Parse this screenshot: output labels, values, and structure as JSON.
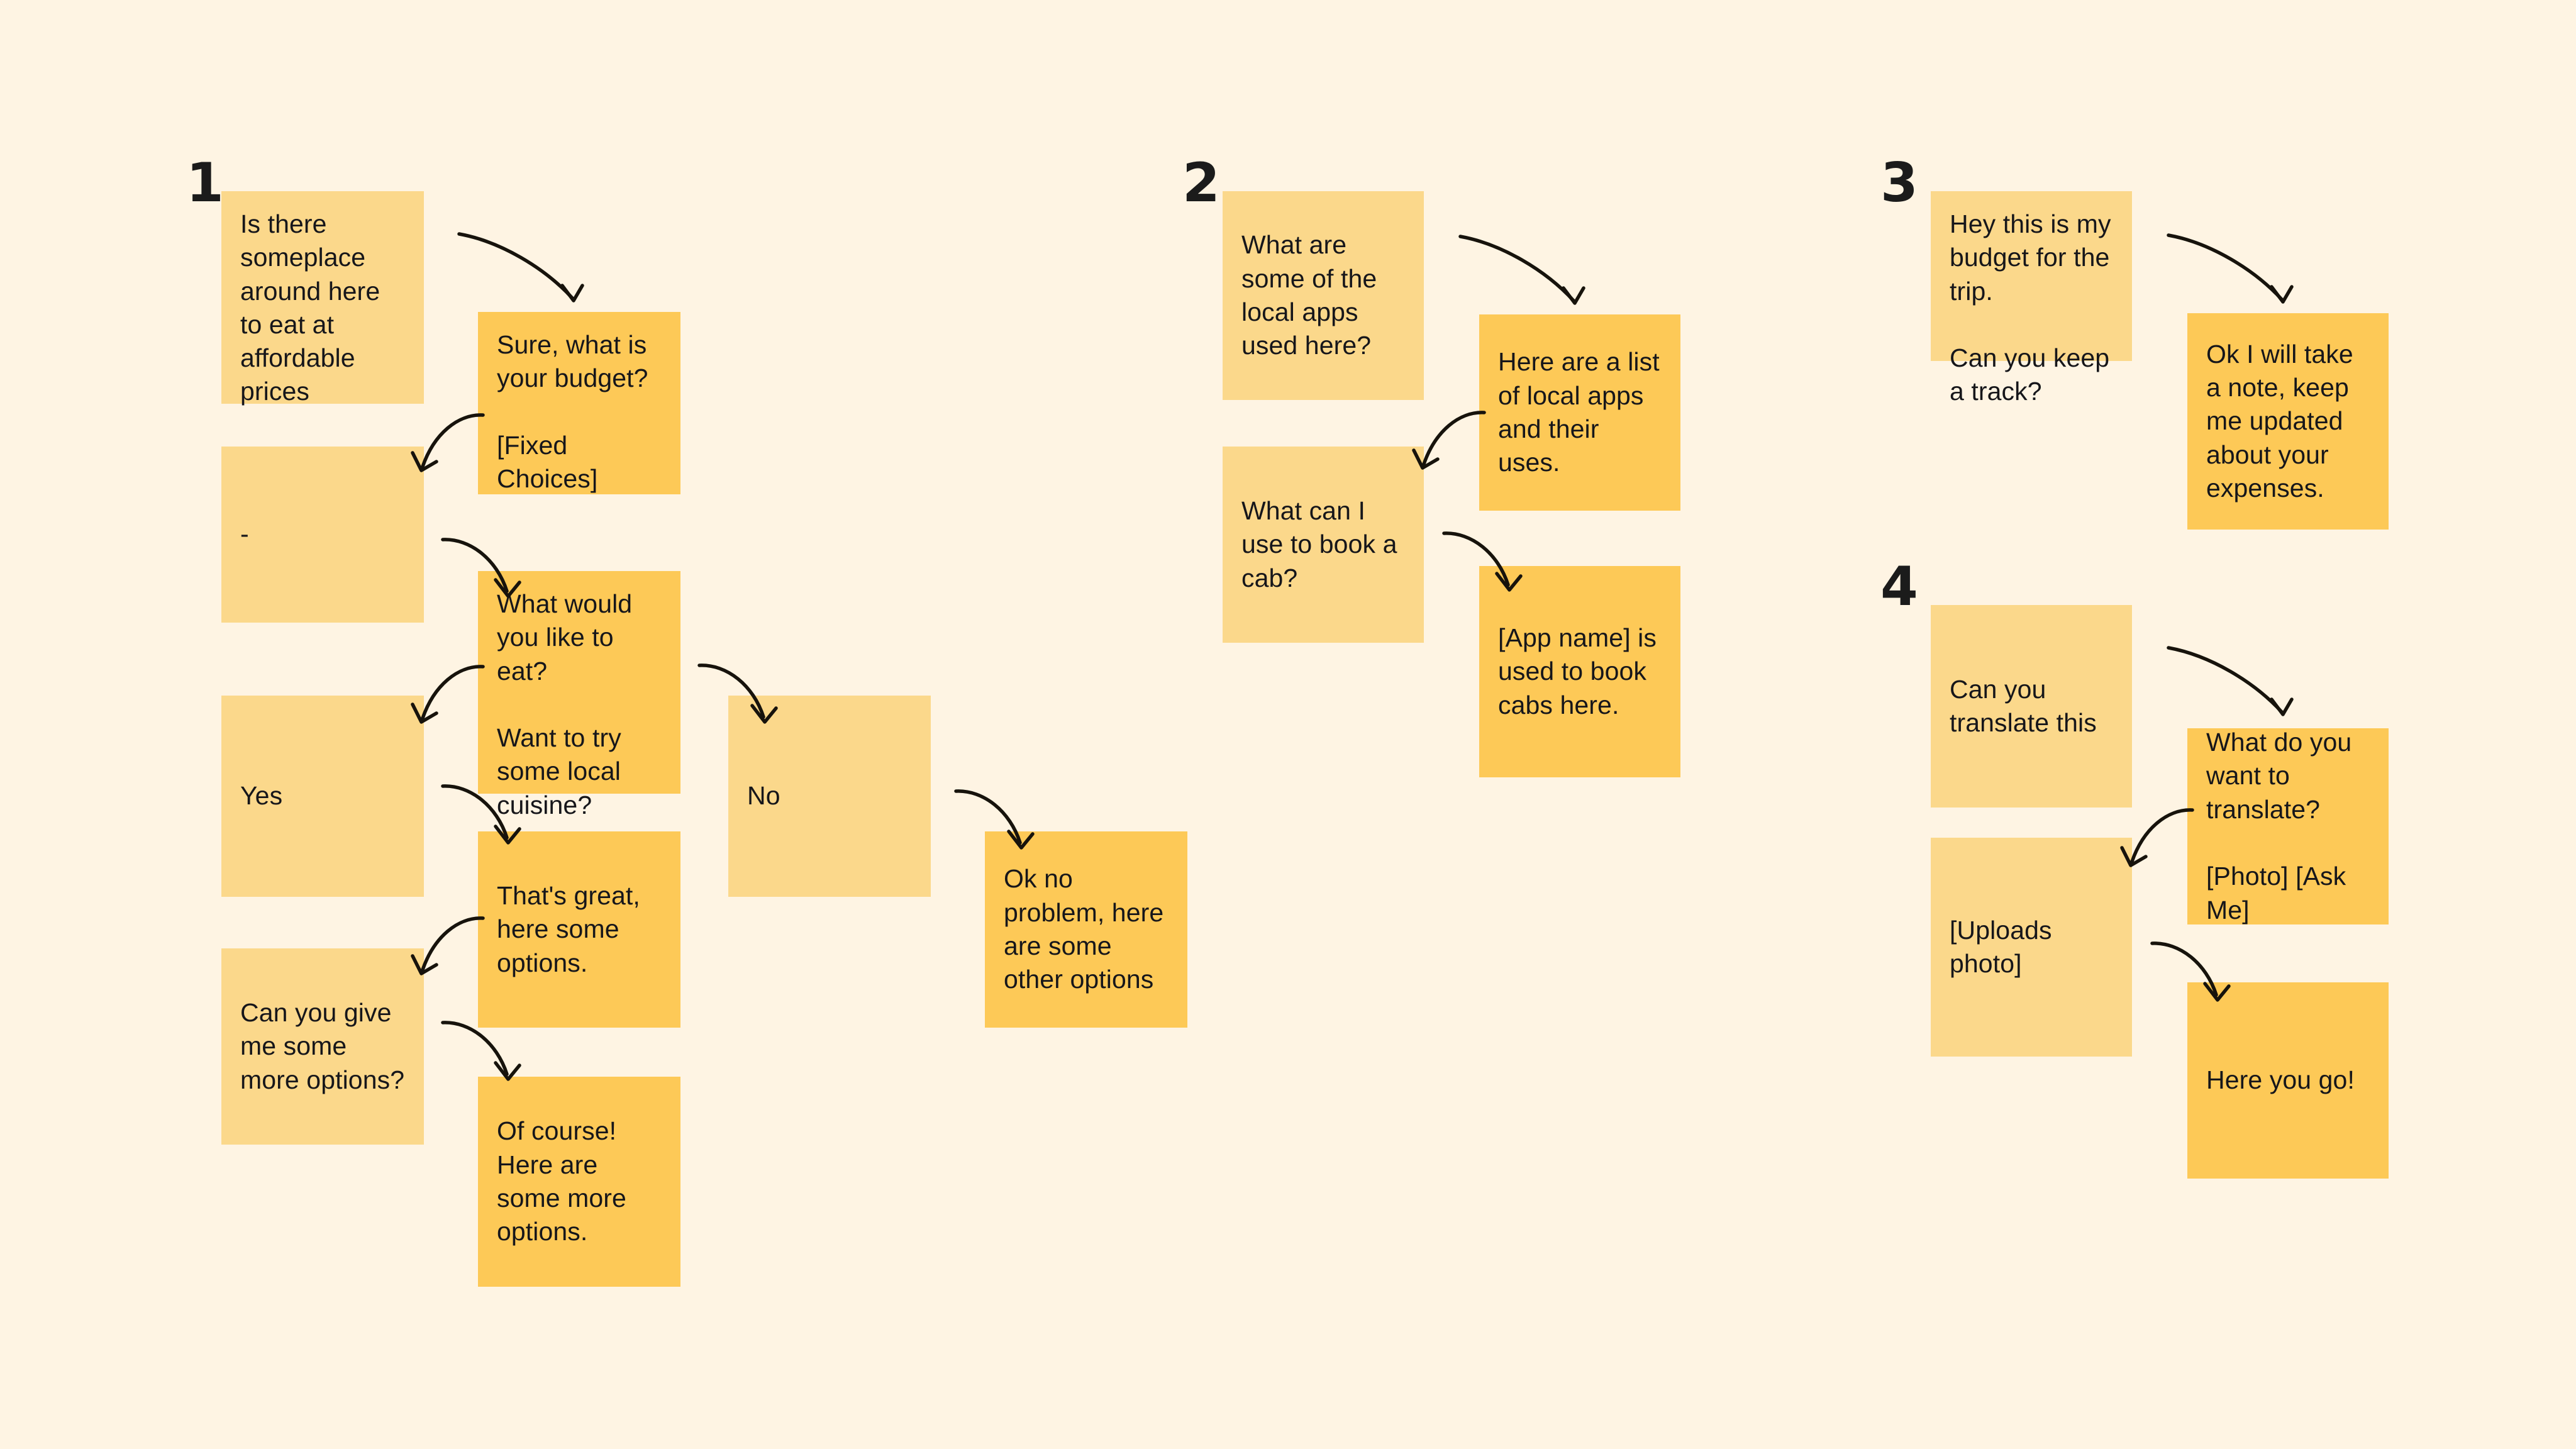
{
  "board": {
    "background_color": "#fef4e3",
    "user_card_color": "#fbd88b",
    "bot_card_color": "#fdc957",
    "arrow_color": "#17130c"
  },
  "flows": [
    {
      "number": "1",
      "cards": [
        {
          "id": "f1-c1",
          "role": "user",
          "lines": [
            "Is there someplace around here to eat at affordable prices"
          ]
        },
        {
          "id": "f1-c2",
          "role": "bot",
          "lines": [
            "Sure, what is your budget?",
            "[Fixed Choices]"
          ]
        },
        {
          "id": "f1-c3",
          "role": "user",
          "lines": [
            "-"
          ]
        },
        {
          "id": "f1-c4",
          "role": "bot",
          "lines": [
            "What would you like to eat?",
            "Want to try some local cuisine?"
          ]
        },
        {
          "id": "f1-c5",
          "role": "user",
          "lines": [
            "Yes"
          ]
        },
        {
          "id": "f1-c6",
          "role": "user",
          "lines": [
            "No"
          ]
        },
        {
          "id": "f1-c7",
          "role": "bot",
          "lines": [
            "That's great, here some options."
          ]
        },
        {
          "id": "f1-c8",
          "role": "bot",
          "lines": [
            "Ok no problem, here are some other options"
          ]
        },
        {
          "id": "f1-c9",
          "role": "user",
          "lines": [
            "Can you give me some more options?"
          ]
        },
        {
          "id": "f1-c10",
          "role": "bot",
          "lines": [
            "Of course! Here are some more options."
          ]
        }
      ]
    },
    {
      "number": "2",
      "cards": [
        {
          "id": "f2-c1",
          "role": "user",
          "lines": [
            "What are some of the local apps used here?"
          ]
        },
        {
          "id": "f2-c2",
          "role": "bot",
          "lines": [
            "Here are a list of local apps and their uses."
          ]
        },
        {
          "id": "f2-c3",
          "role": "user",
          "lines": [
            "What can I use to book a cab?"
          ]
        },
        {
          "id": "f2-c4",
          "role": "bot",
          "lines": [
            "[App name] is used to book cabs here."
          ]
        }
      ]
    },
    {
      "number": "3",
      "cards": [
        {
          "id": "f3-c1",
          "role": "user",
          "lines": [
            "Hey this is my budget for the trip.",
            "Can you keep a track?"
          ]
        },
        {
          "id": "f3-c2",
          "role": "bot",
          "lines": [
            "Ok I will take a note, keep me updated about your expenses."
          ]
        }
      ]
    },
    {
      "number": "4",
      "cards": [
        {
          "id": "f4-c1",
          "role": "user",
          "lines": [
            "Can you translate this"
          ]
        },
        {
          "id": "f4-c2",
          "role": "bot",
          "lines": [
            "What do you want to translate?",
            "[Photo] [Ask Me]"
          ]
        },
        {
          "id": "f4-c3",
          "role": "user",
          "lines": [
            "[Uploads photo]"
          ]
        },
        {
          "id": "f4-c4",
          "role": "bot",
          "lines": [
            "Here you go!"
          ]
        }
      ]
    }
  ]
}
